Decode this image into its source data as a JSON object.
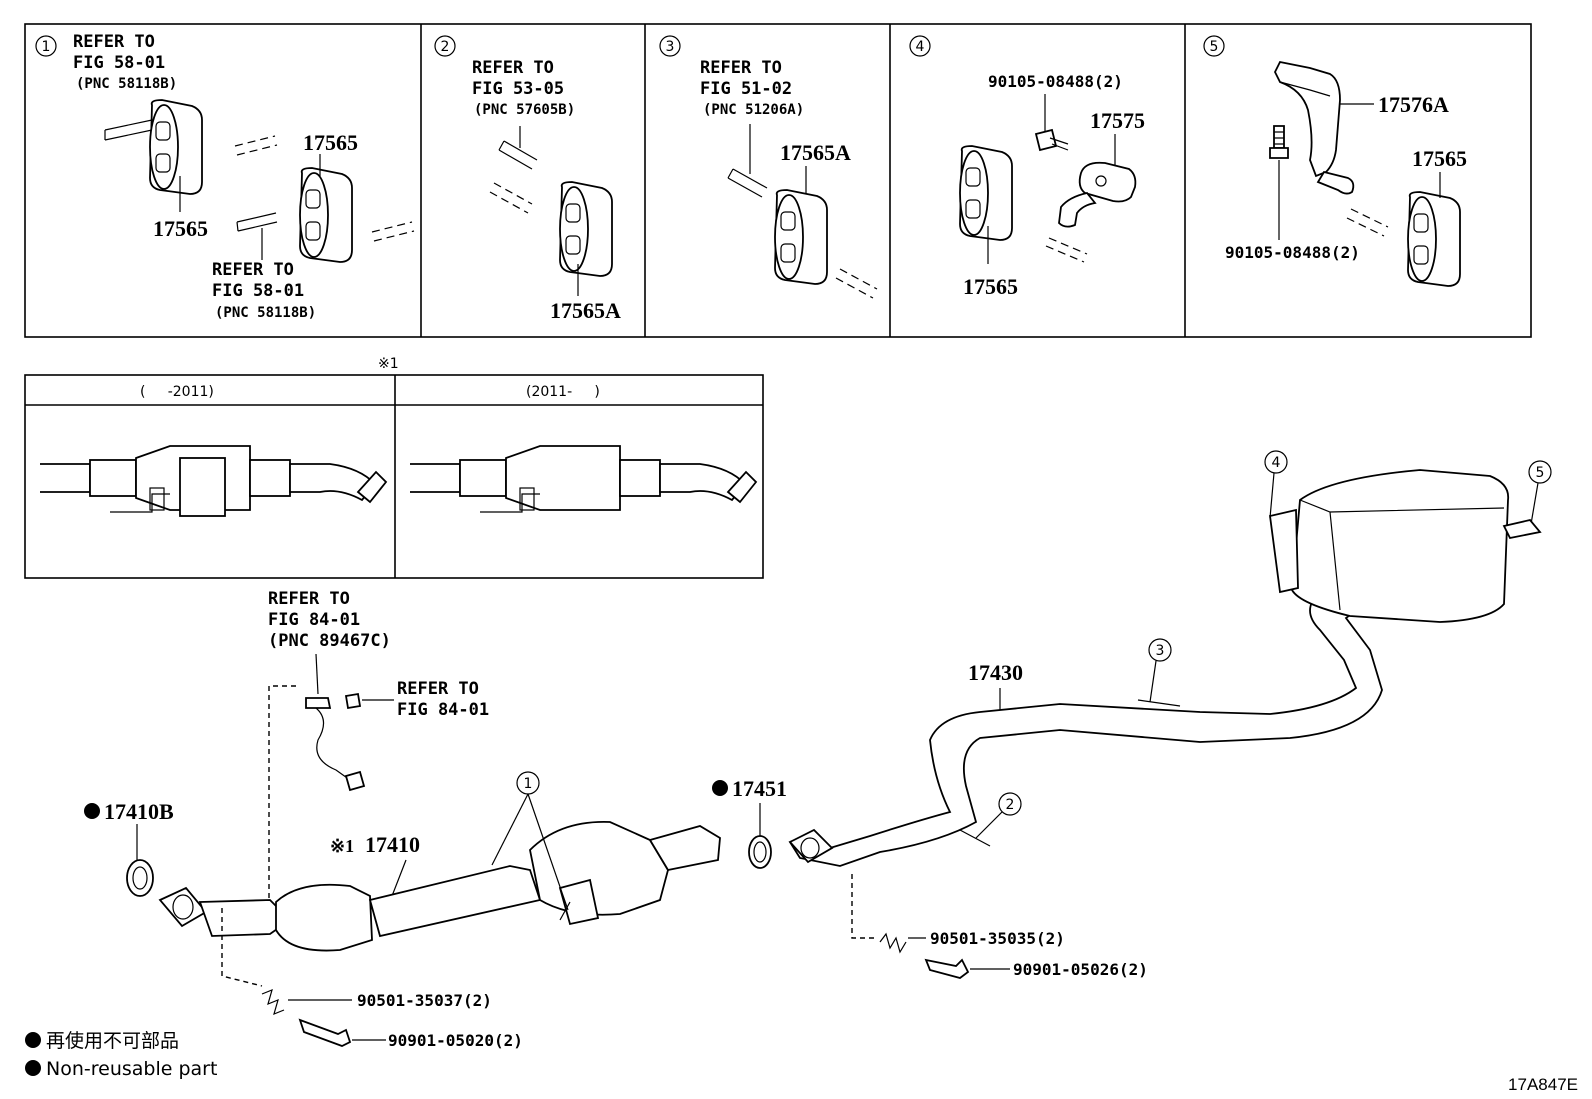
{
  "panels": [
    {
      "num": "1",
      "refer": [
        "REFER TO",
        "FIG 58-01",
        "(PNC 58118B)"
      ],
      "refer2": [
        "REFER TO",
        "FIG 58-01",
        "(PNC 58118B)"
      ],
      "parts": [
        "17565",
        "17565"
      ]
    },
    {
      "num": "2",
      "refer": [
        "REFER TO",
        "FIG 53-05",
        "(PNC 57605B)"
      ],
      "parts": [
        "17565A"
      ]
    },
    {
      "num": "3",
      "refer": [
        "REFER TO",
        "FIG 51-02",
        "(PNC 51206A)"
      ],
      "parts": [
        "17565A"
      ]
    },
    {
      "num": "4",
      "parts": [
        "90105-08488(2)",
        "17575",
        "17565"
      ]
    },
    {
      "num": "5",
      "parts": [
        "17576A",
        "17565",
        "90105-08488(2)"
      ]
    }
  ],
  "variant": {
    "mark": "※1",
    "left_header": "(     -2011)",
    "right_header": "(2011-     )"
  },
  "sensor_refer": [
    "REFER TO",
    "FIG 84-01",
    "(PNC 89467C)"
  ],
  "connector_refer": [
    "REFER TO",
    "FIG 84-01"
  ],
  "main_parts": {
    "gasket_front": "17410B",
    "front_pipe": "17410",
    "front_pipe_mark": "※1",
    "gasket_center": "17451",
    "tail_pipe": "17430",
    "spring_front": "90501-35037(2)",
    "bolt_front": "90901-05020(2)",
    "spring_center": "90501-35035(2)",
    "bolt_center": "90901-05026(2)"
  },
  "callouts": [
    "1",
    "2",
    "3",
    "4",
    "5"
  ],
  "legend": {
    "jp": "再使用不可部品",
    "en": "Non-reusable part"
  },
  "code": "17A847E"
}
